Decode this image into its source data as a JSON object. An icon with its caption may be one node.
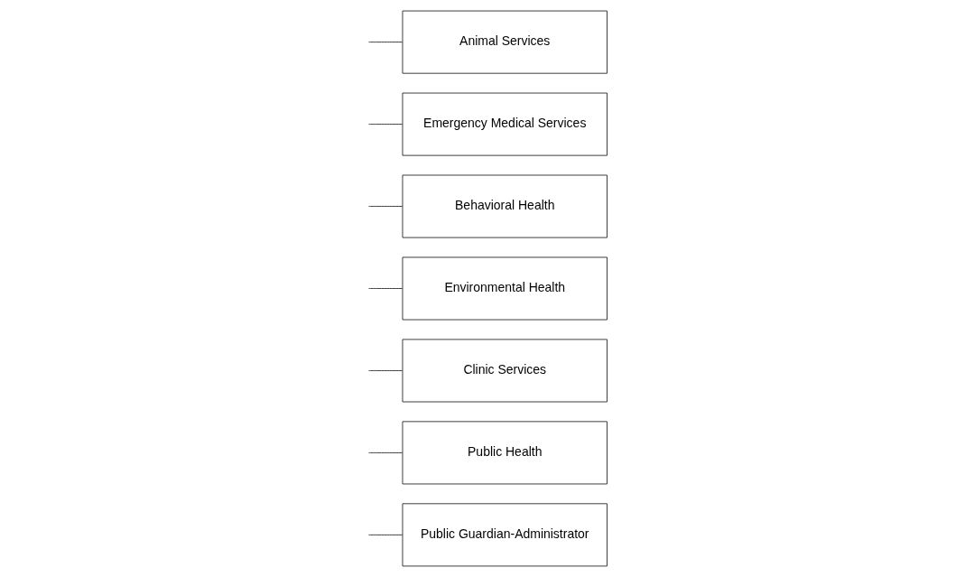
{
  "diagram": {
    "nodes": [
      {
        "text": [
          "Animal Services"
        ]
      },
      {
        "text": [
          "Emergency Medical Services"
        ]
      },
      {
        "text": [
          "Behavioral Health"
        ]
      },
      {
        "text": [
          "Environmental Health"
        ]
      },
      {
        "text": [
          "Clinic Services"
        ]
      },
      {
        "text": [
          "Public Health"
        ]
      },
      {
        "text": [
          "Public Guardian-Administrator"
        ]
      }
    ],
    "edges": [
      {
        "from": null,
        "to": 0,
        "arrow": "none"
      },
      {
        "from": null,
        "to": 1,
        "arrow": "none"
      },
      {
        "from": null,
        "to": 2,
        "arrow": "none"
      },
      {
        "from": null,
        "to": 3,
        "arrow": "none"
      },
      {
        "from": null,
        "to": 4,
        "arrow": "none"
      },
      {
        "from": null,
        "to": 5,
        "arrow": "none"
      },
      {
        "from": null,
        "to": 6,
        "arrow": "none"
      }
    ]
  }
}
